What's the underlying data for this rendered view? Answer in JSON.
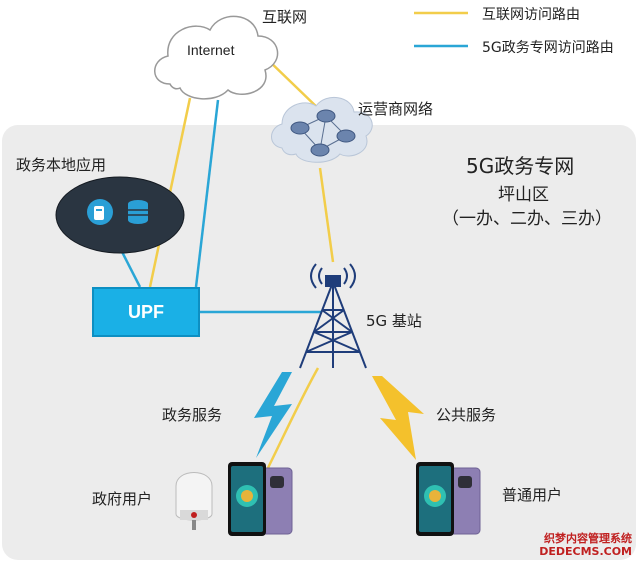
{
  "legend": {
    "internet_route": "互联网访问路由",
    "gov_route": "5G政务专网访问路由",
    "colors": {
      "internet": "#f2cd4a",
      "gov": "#2aa6d6"
    }
  },
  "nodes": {
    "internet_cloud": "Internet",
    "internet_label": "互联网",
    "carrier_net": "运营商网络",
    "local_app": "政务本地应用",
    "upf": "UPF",
    "base_station": "5G 基站",
    "gov_service": "政务服务",
    "public_service": "公共服务",
    "gov_user": "政府用户",
    "ordinary_user": "普通用户"
  },
  "region": {
    "title": "5G政务专网",
    "district": "坪山区",
    "offices": "（一办、二办、三办）"
  },
  "watermark": {
    "line1": "织梦内容管理系统",
    "line2": "DEDECMS.COM"
  }
}
